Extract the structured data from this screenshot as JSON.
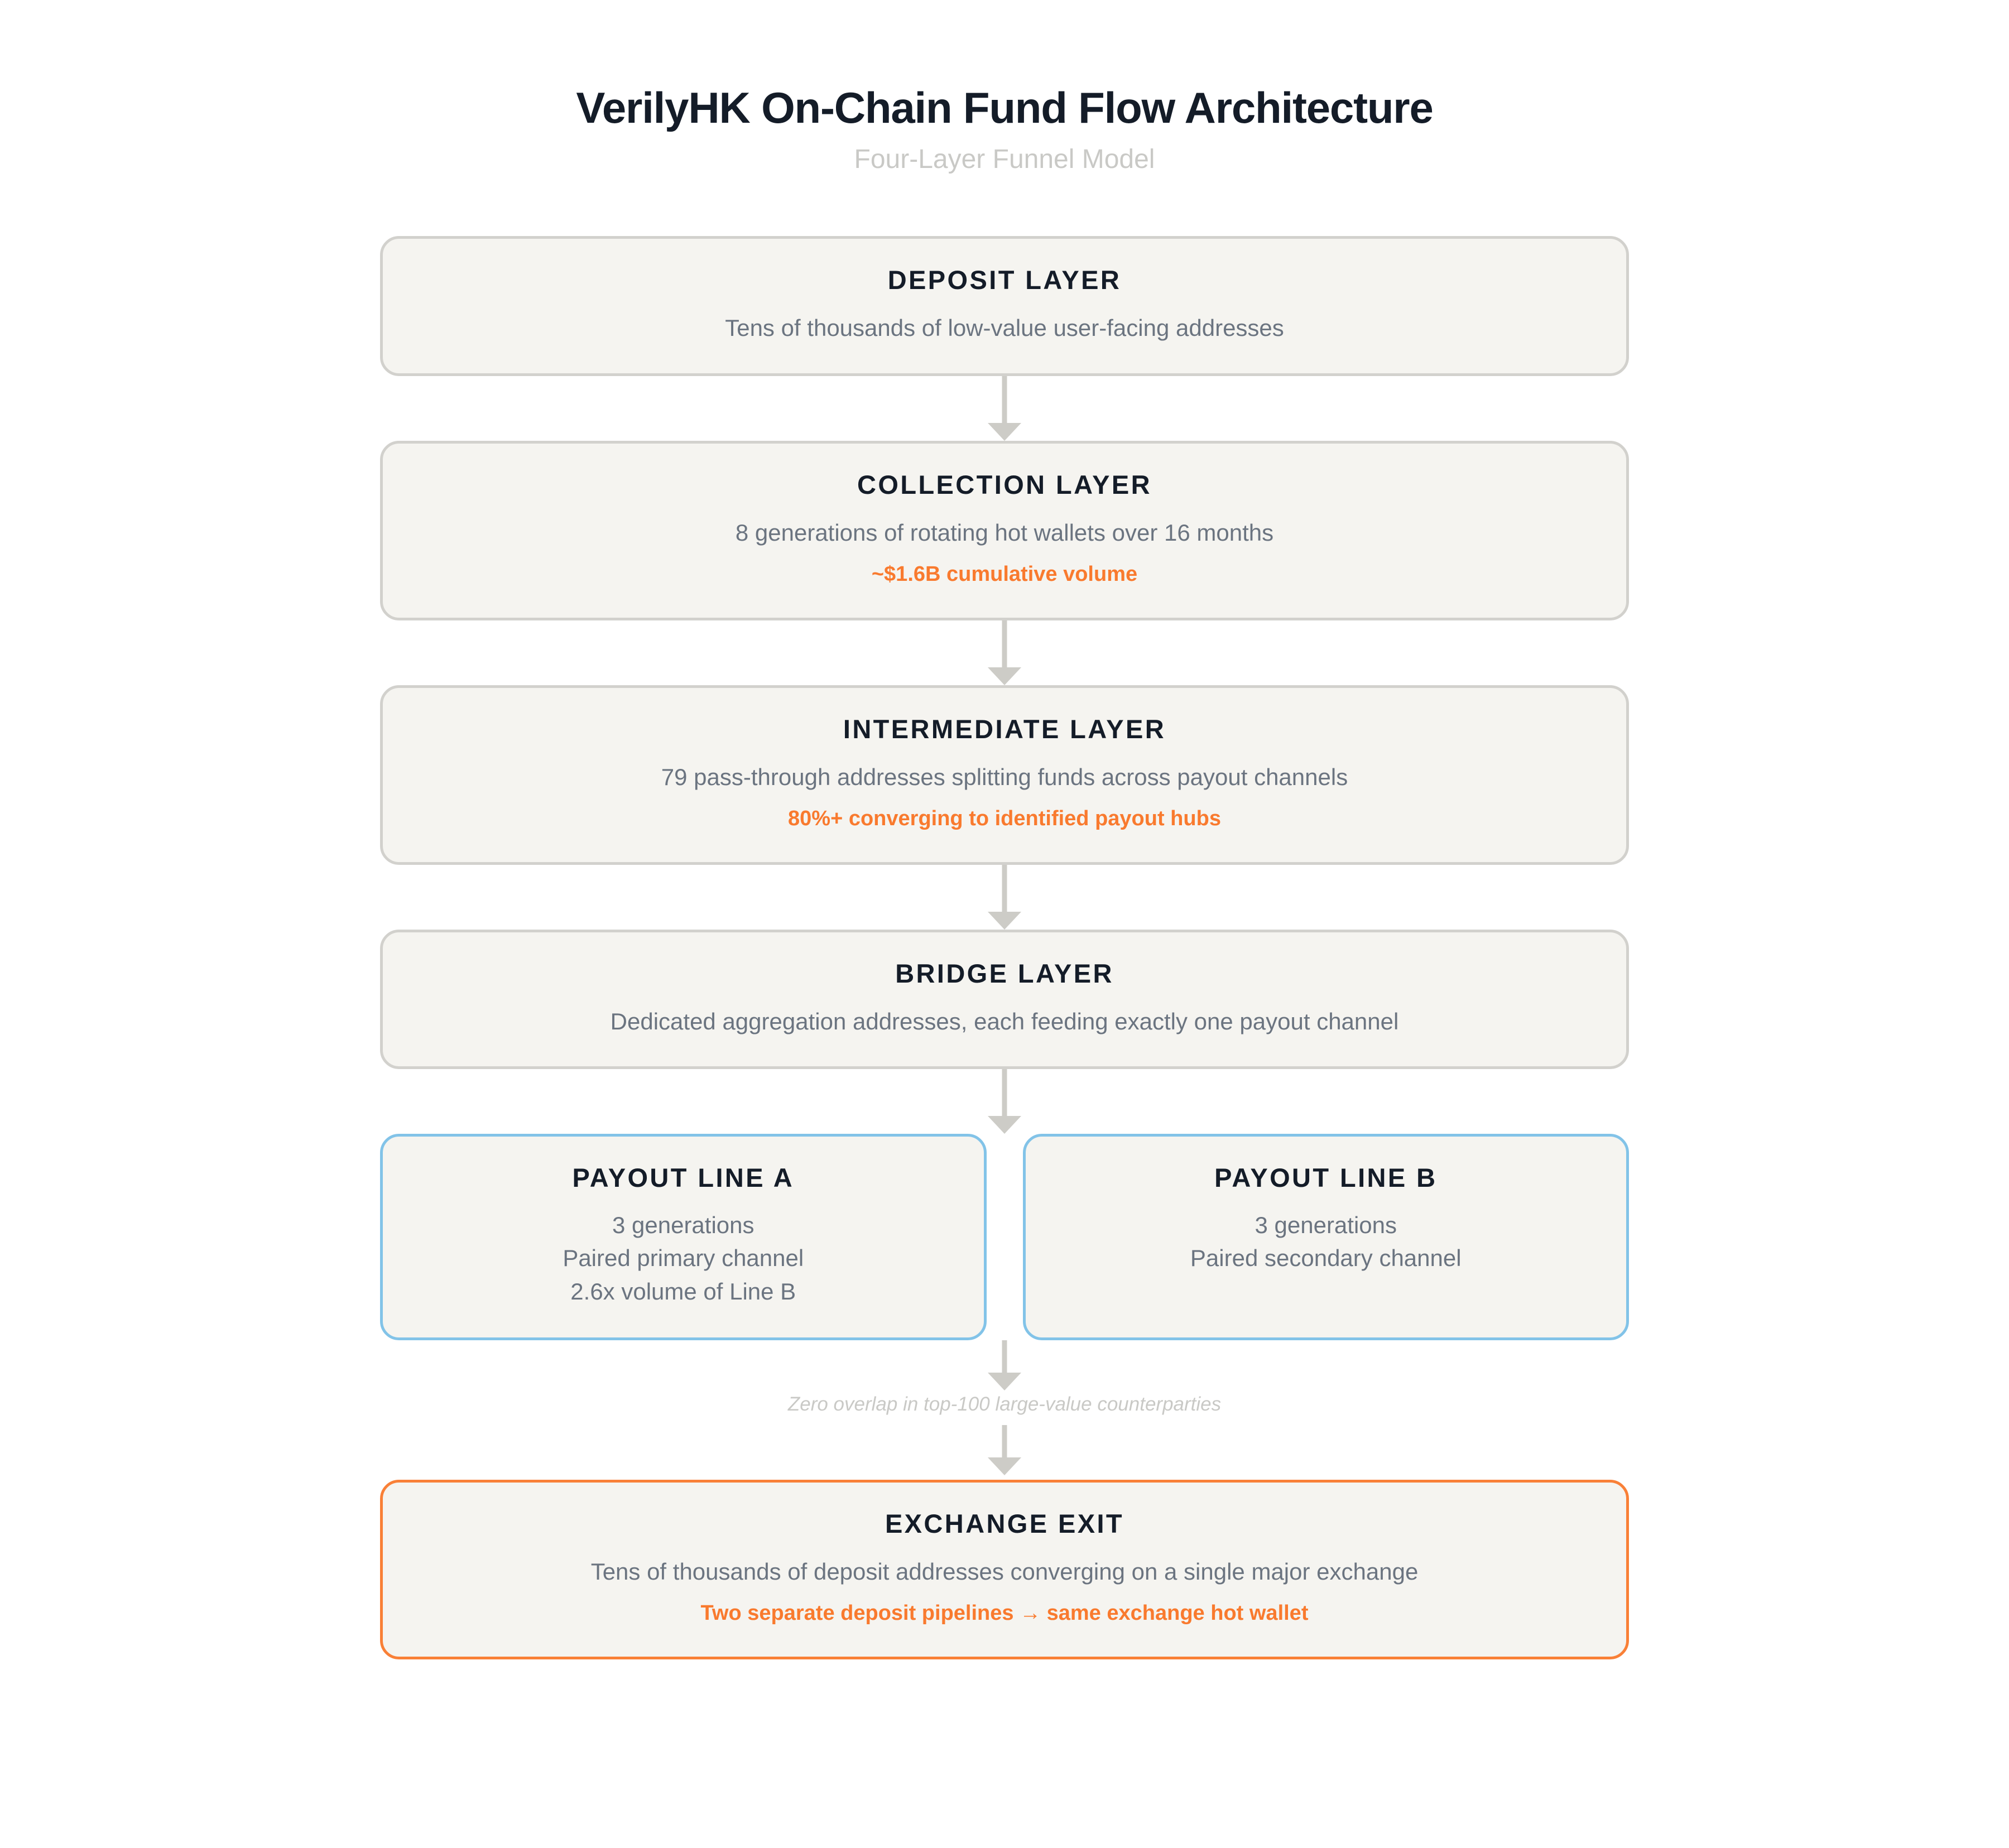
{
  "header": {
    "title": "VerilyHK On-Chain Fund Flow Architecture",
    "subtitle": "Four-Layer Funnel Model"
  },
  "colors": {
    "background": "#ffffff",
    "node_fill": "#f5f4f0",
    "node_border": "#d2d1cd",
    "border_blue": "#82c3e8",
    "border_orange": "#f98037",
    "accent_orange_text": "#f97a2e",
    "title_text": "#141c28",
    "body_text": "#6b7480",
    "muted_text": "#c9c9c6",
    "connector": "#cdccc7"
  },
  "nodes": {
    "deposit": {
      "title": "DEPOSIT LAYER",
      "desc": "Tens of thousands of low-value user-facing addresses"
    },
    "collection": {
      "title": "COLLECTION LAYER",
      "desc": "8 generations of rotating hot wallets over 16 months",
      "metric": "~$1.6B cumulative volume"
    },
    "intermediate": {
      "title": "INTERMEDIATE LAYER",
      "desc": "79 pass-through addresses splitting funds across payout channels",
      "metric": "80%+ converging to identified payout hubs"
    },
    "bridge": {
      "title": "BRIDGE LAYER",
      "desc": "Dedicated aggregation addresses, each feeding exactly one payout channel"
    },
    "payout_a": {
      "title": "PAYOUT LINE A",
      "lines": "3 generations\nPaired primary channel\n2.6x volume of Line B"
    },
    "payout_b": {
      "title": "PAYOUT LINE B",
      "lines": "3 generations\nPaired secondary channel"
    },
    "exchange": {
      "title": "EXCHANGE EXIT",
      "desc": "Tens of thousands of deposit addresses converging on a single major exchange",
      "metric": "Two separate deposit pipelines → same exchange hot wallet"
    }
  },
  "annotations": {
    "zero_overlap": "Zero overlap in top-100 large-value counterparties"
  }
}
